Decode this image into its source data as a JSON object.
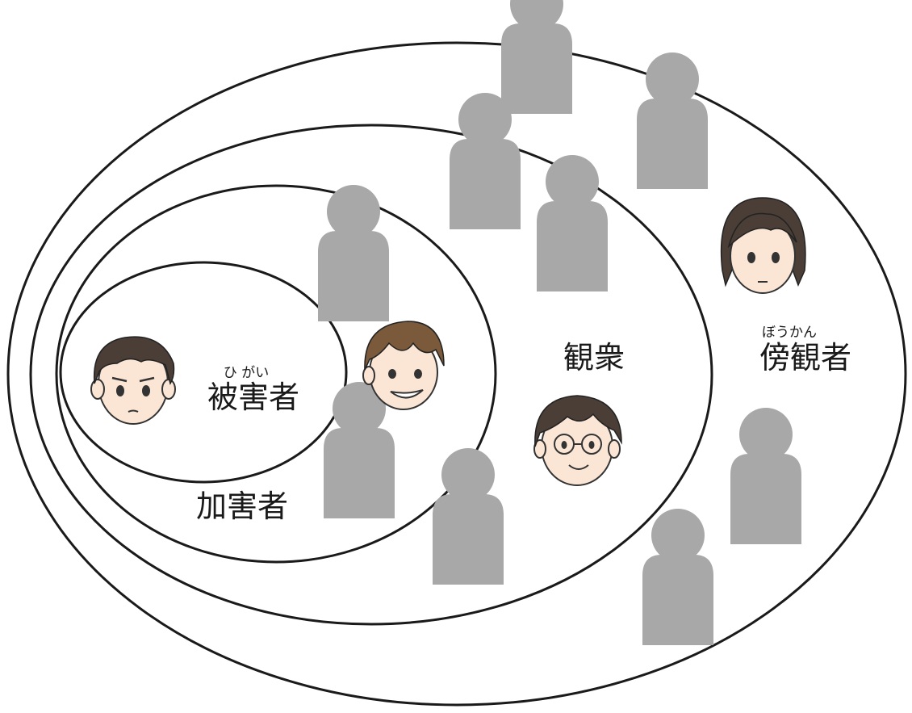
{
  "diagram": {
    "layers": [
      {
        "id": "victim",
        "label": "被害者",
        "ruby": "ひ がい"
      },
      {
        "id": "perpetrator",
        "label": "加害者"
      },
      {
        "id": "audience",
        "label": "観衆"
      },
      {
        "id": "bystander",
        "label": "傍観者",
        "ruby": "ぼうかん"
      }
    ]
  },
  "colors": {
    "outline": "#1a1a1a",
    "silhouette": "#a8a8a8",
    "hair": "#4a3e36",
    "hair_light": "#7a5a3a",
    "skin": "#fbe6d6"
  }
}
